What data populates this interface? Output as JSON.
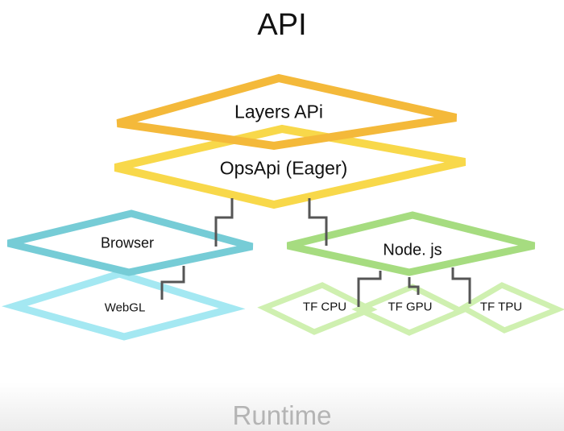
{
  "title": "API",
  "footer": "Runtime",
  "colors": {
    "layers": "#F4B93A",
    "ops": "#F8D84A",
    "browser": "#76CCD6",
    "webgl": "#A4E8F2",
    "node": "#A6DC80",
    "tf": "#CFF0B0",
    "connector": "#555555"
  },
  "nodes": {
    "layers": "Layers APi",
    "ops": "OpsApi (Eager)",
    "browser": "Browser",
    "webgl": "WebGL",
    "node": "Node. js",
    "tf_cpu": "TF CPU",
    "tf_gpu": "TF GPU",
    "tf_tpu": "TF TPU"
  }
}
